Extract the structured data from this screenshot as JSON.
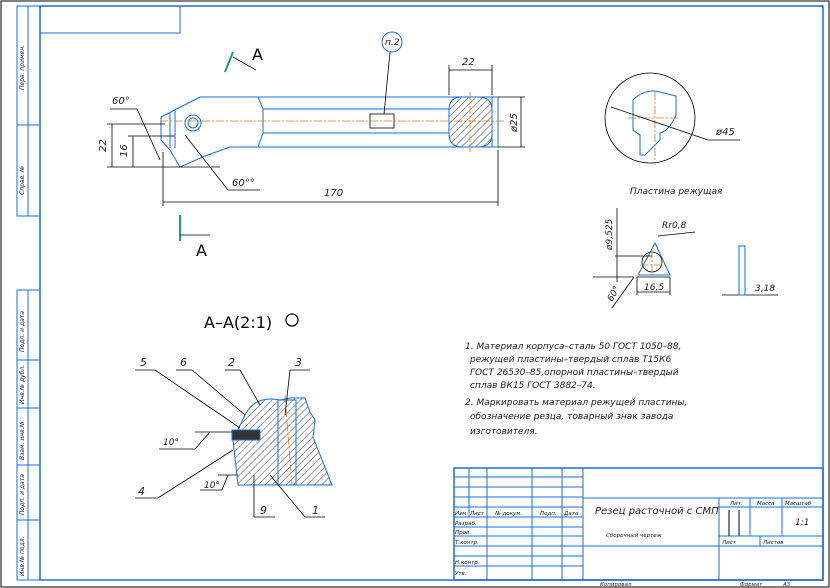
{
  "drawing": {
    "main_view": {
      "section_mark": "A",
      "leader_note": "п.2",
      "dims": {
        "angle_top": "60°",
        "angle_bottom": "60°°",
        "height_22": "22",
        "height_16": "16",
        "length": "170",
        "width_22": "22",
        "diameter": "ø25"
      }
    },
    "detail_view": {
      "diameter": "ø45"
    },
    "insert": {
      "title": "Пластина режущая",
      "dims": {
        "d": "ø9,525",
        "radius": "Rr0,8",
        "side": "16,5",
        "angle": "60°",
        "thickness": "3,18"
      }
    },
    "section": {
      "title": "А–А(2:1)",
      "labels": [
        "5",
        "6",
        "2",
        "3",
        "4",
        "9",
        "1"
      ],
      "angle_1": "10°",
      "angle_2": "10°"
    },
    "notes": [
      "1. Материал корпуса–сталь 50 ГОСТ 1050–88,",
      "режущей пластины–твердый сплав Т15К6",
      "ГОСТ 26530–85,опорной пластины–твердый",
      "сплав ВК15 ГОСТ 3882–74.",
      "2. Маркировать материал режущей пластины,",
      "обозначение резца, товарный знак завода",
      "изготовителя."
    ]
  },
  "side_stamp": [
    "Перв. примен.",
    "Справ. №",
    "Подп. и дата",
    "Инв.№ дубл.",
    "Взам. инв.№",
    "Подп. и дата",
    "Инв.№ подл."
  ],
  "title_block": {
    "headers": [
      "Изм",
      "Лист",
      "№ докум.",
      "Подп.",
      "Дата"
    ],
    "rows": [
      "Разраб.",
      "Пров.",
      "Т.контр.",
      "Н.контр.",
      "Утв."
    ],
    "title": "Резец расточной с СМП",
    "subtitle": "Сборочный чертеж",
    "lit": "Лит.",
    "mass": "Масса",
    "scale": "Масштаб",
    "scale_value": "1:1",
    "sheet": "Лист",
    "sheets": "Листов",
    "copied": "Копировал",
    "format": "Формат",
    "format_value": "А3"
  }
}
